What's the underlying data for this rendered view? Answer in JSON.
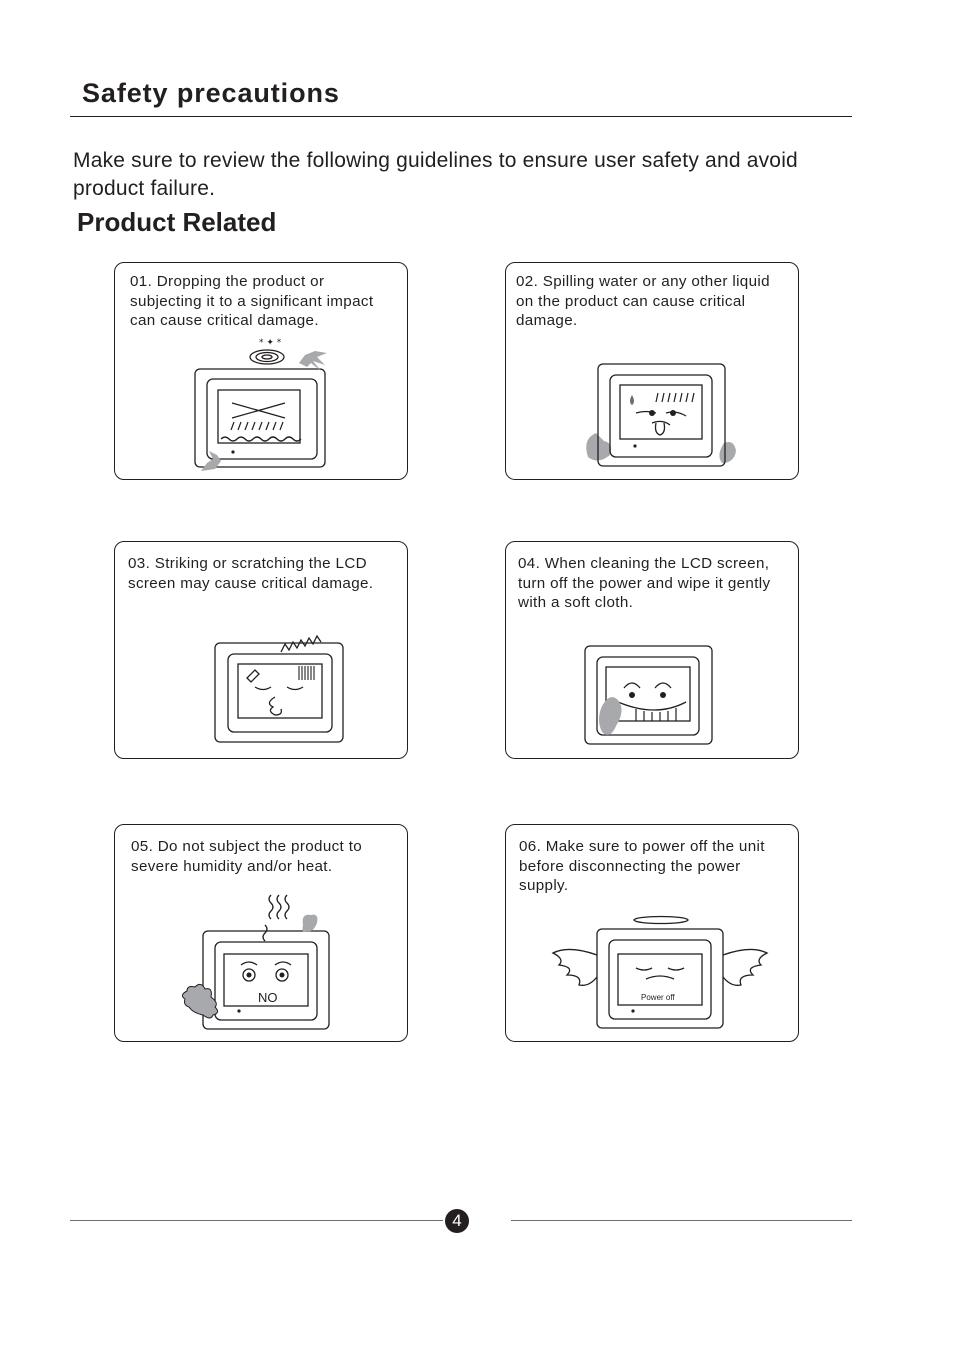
{
  "header": {
    "title": "Safety precautions"
  },
  "intro": "Make sure to review the following guidelines to ensure user safety and avoid product failure.",
  "section_title": "Product Related",
  "cards": [
    {
      "text": "01.  Dropping the product or\nsubjecting it to a significant impact\ncan cause critical damage."
    },
    {
      "text": "02.  Spilling water or any other liquid\non the product  can cause critical\ndamage."
    },
    {
      "text": "03.  Striking or scratching the LCD\nscreen may cause critical damage."
    },
    {
      "text": "04.  When cleaning the LCD screen,\nturn off the power and wipe  it gently\nwith a soft cloth."
    },
    {
      "text": "05.  Do not subject the product to\nsevere humidity and/or heat."
    },
    {
      "text": "06.  Make sure to power off  the unit\nbefore disconnecting the power\nsupply."
    }
  ],
  "illustration_labels": {
    "no": "NO",
    "power_off": "Power off"
  },
  "footer": {
    "page_number": "4"
  },
  "colors": {
    "ink": "#231f20",
    "shade": "#a7a9ac",
    "rule": "#6d6e71"
  }
}
